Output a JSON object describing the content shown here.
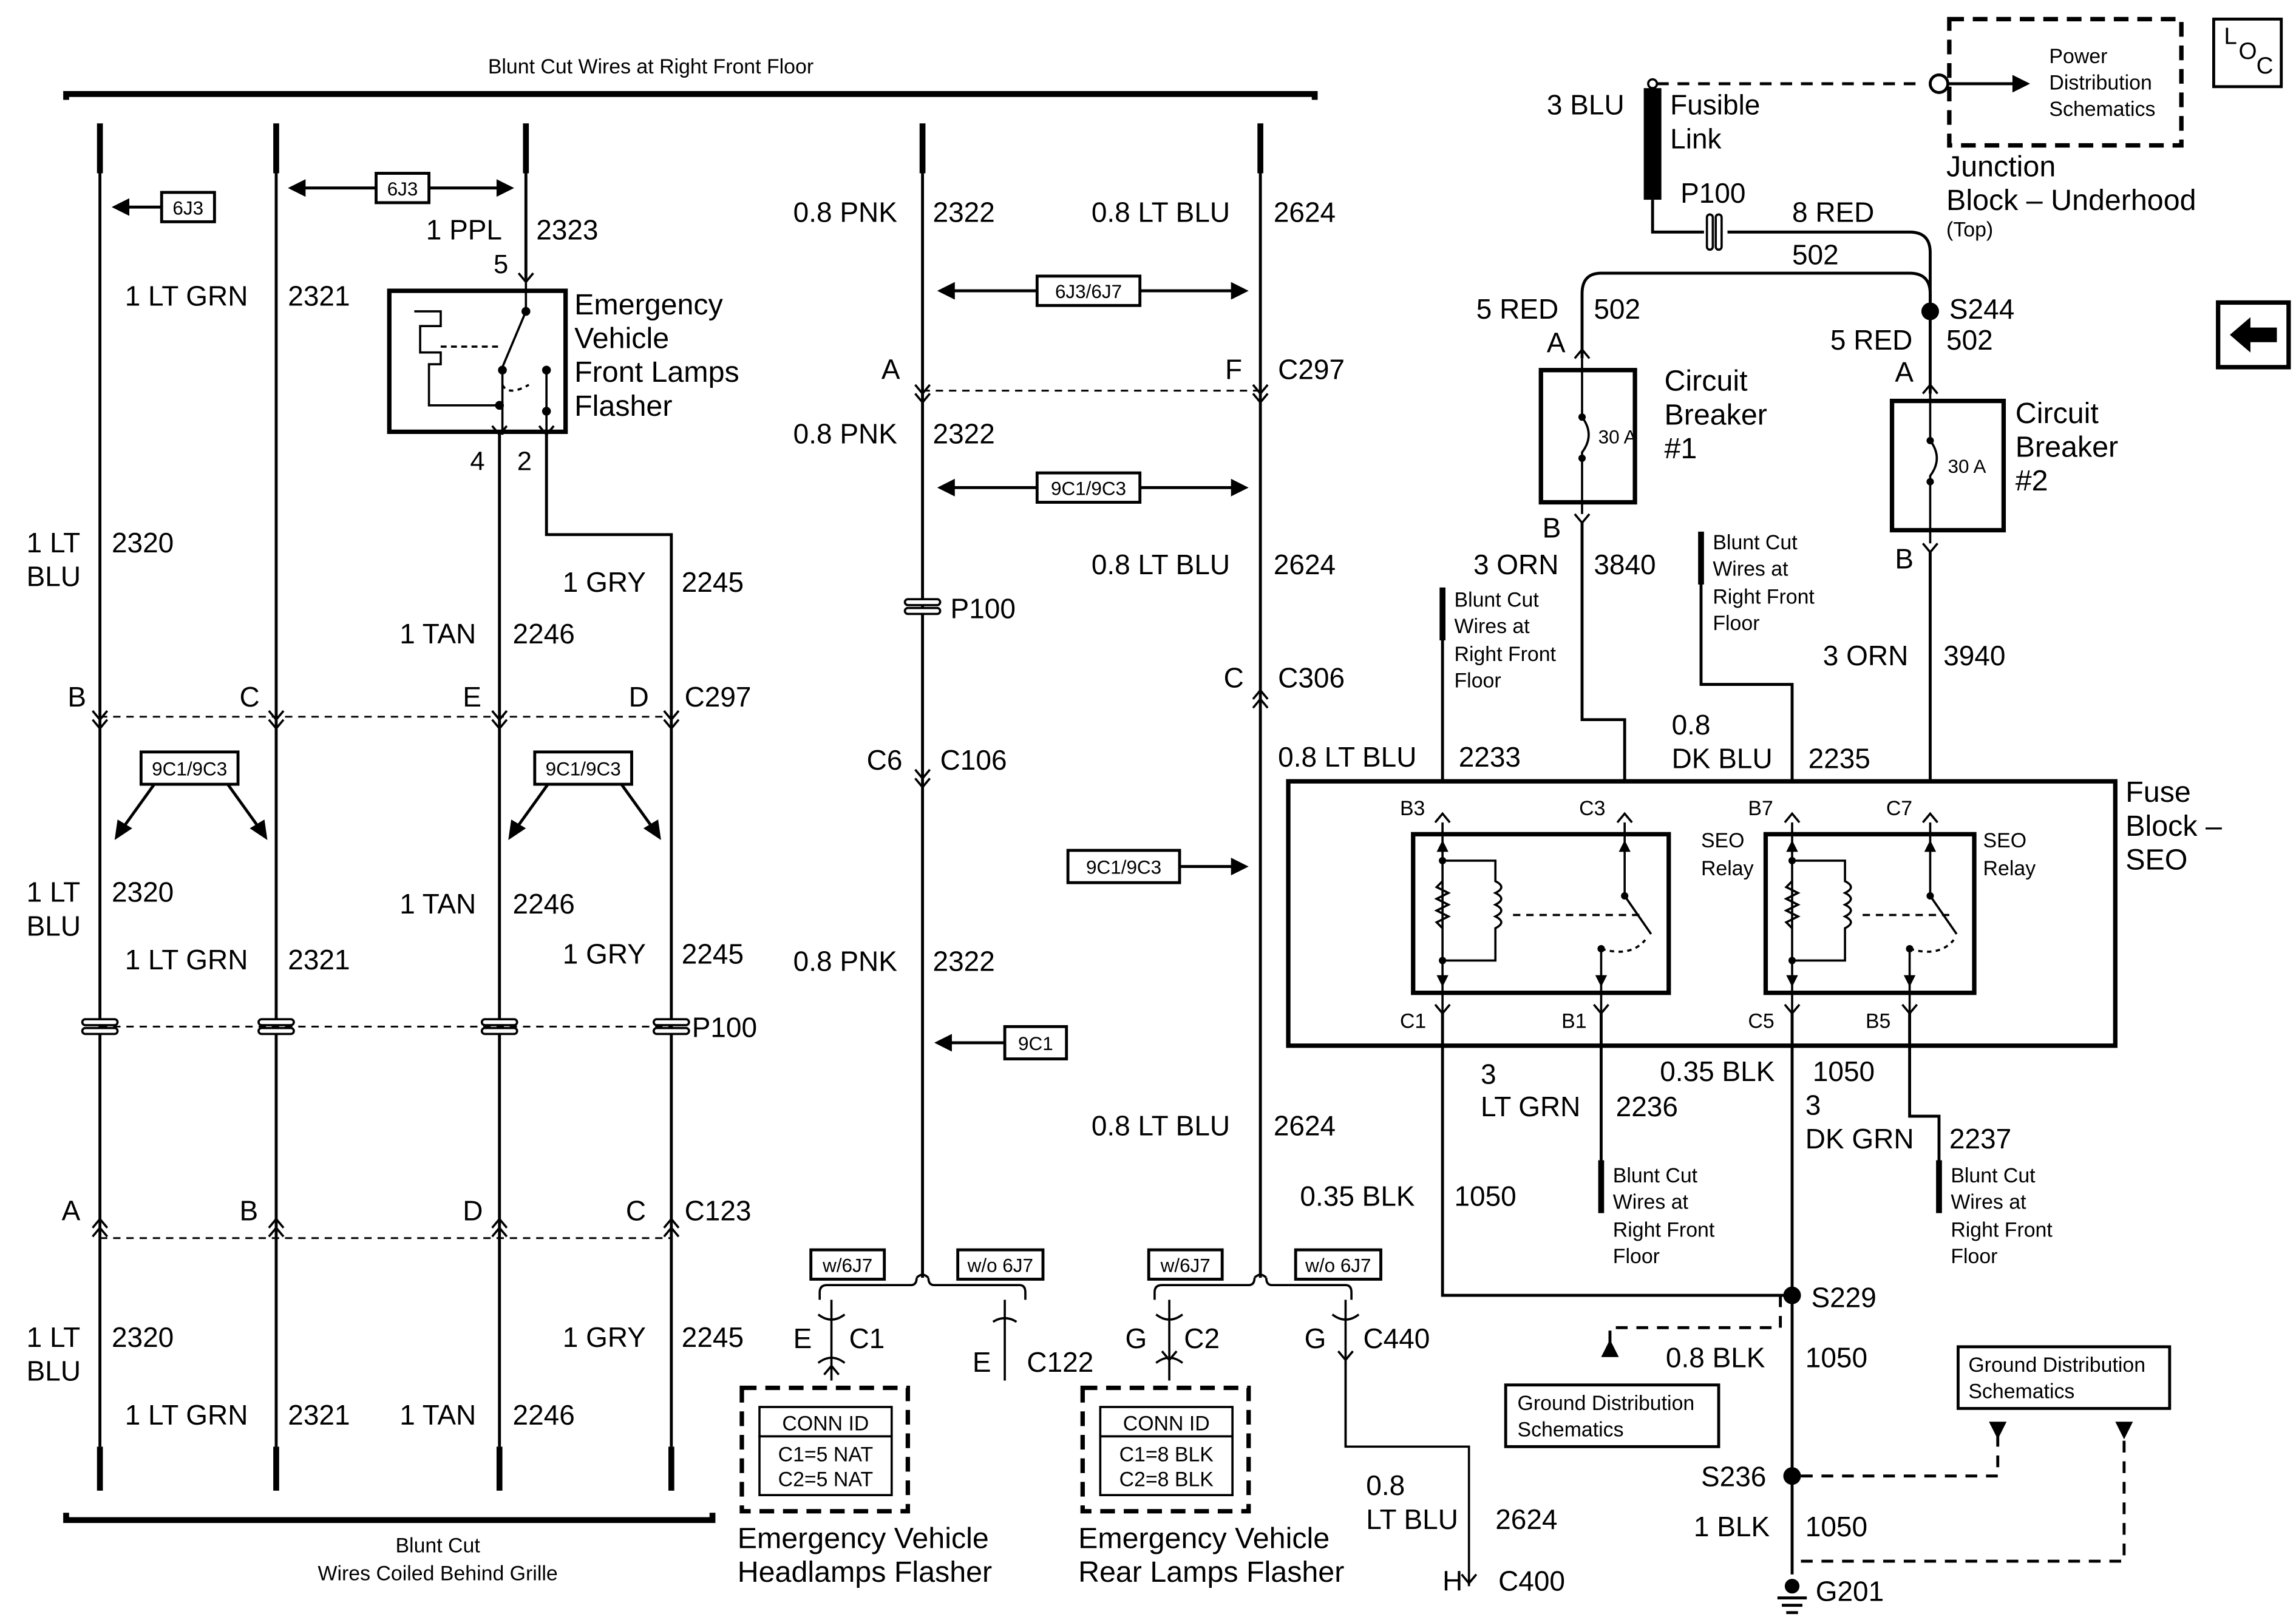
{
  "loc_icon": {
    "l": "L",
    "o": "O",
    "c": "C"
  },
  "top_bracket": "Blunt Cut Wires at Right Front Floor",
  "bottom_bracket": {
    "line1": "Blunt Cut",
    "line2": "Wires Coiled Behind Grille"
  },
  "refs": {
    "r6j3": "6J3",
    "r6j37": "6J3/6J7",
    "r9c1_9c3": "9C1/9C3",
    "r9c1": "9C1",
    "w6j7": "w/6J7",
    "wo6j7": "w/o 6J7"
  },
  "flasher_front": {
    "l1": "Emergency",
    "l2": "Vehicle",
    "l3": "Front Lamps",
    "l4": "Flasher",
    "pin5": "5",
    "pin4": "4",
    "pin2": "2"
  },
  "wire_labels": {
    "ppl_size": "1 PPL",
    "ppl_num": "2323",
    "ltgrn_size": "1 LT GRN",
    "ltgrn_num": "2321",
    "ltblu_size_a": "1 LT",
    "ltblu_size_b": "BLU",
    "ltblu_num": "2320",
    "gry_size": "1 GRY",
    "gry_num": "2245",
    "tan_size": "1 TAN",
    "tan_num": "2246",
    "pnk_size": "0.8 PNK",
    "pnk_num": "2322",
    "ltblu08_size": "0.8 LT BLU",
    "ltblu08_num": "2624",
    "ltblu08_a": "0.8",
    "ltblu08_b": "LT BLU",
    "orn_size": "3 ORN",
    "orn1_num": "3840",
    "orn2_num": "3940",
    "red5_size": "5 RED",
    "red5_num": "502",
    "red8_size": "8 RED",
    "red8_num": "502",
    "blu3_size": "3 BLU",
    "ltblu_2233": "2233",
    "dkblu_a": "0.8",
    "dkblu_b": "DK BLU",
    "dkblu_num": "2235",
    "ltgrn3_a": "3",
    "ltgrn3_b": "LT GRN",
    "ltgrn3_num": "2236",
    "blk035": "0.35 BLK",
    "blk_num": "1050",
    "dkgrn3_a": "3",
    "dkgrn3_b": "DK GRN",
    "dkgrn3_num": "2237",
    "blk08": "0.8 BLK",
    "blk1": "1 BLK"
  },
  "connectors": {
    "c297": "C297",
    "c123": "C123",
    "p100": "P100",
    "c106": "C106",
    "c6": "C6",
    "c306": "C306",
    "c122": "C122",
    "c1": "C1",
    "c2": "C2",
    "c440": "C440",
    "c400": "C400",
    "a": "A",
    "b": "B",
    "c": "C",
    "d": "D",
    "e": "E",
    "f": "F",
    "g": "G",
    "h": "H"
  },
  "conn_id_front": {
    "title": "CONN ID",
    "l1": "C1=5 NAT",
    "l2": "C2=5 NAT"
  },
  "conn_id_rear": {
    "title": "CONN ID",
    "l1": "C1=8 BLK",
    "l2": "C2=8 BLK"
  },
  "flasher_headlamps": {
    "l1": "Emergency Vehicle",
    "l2": "Headlamps Flasher"
  },
  "flasher_rear": {
    "l1": "Emergency Vehicle",
    "l2": "Rear Lamps Flasher"
  },
  "fusible_link": {
    "l1": "Fusible",
    "l2": "Link"
  },
  "power_dist": {
    "l1": "Power",
    "l2": "Distribution",
    "l3": "Schematics"
  },
  "junction": {
    "l1": "Junction",
    "l2": "Block – Underhood",
    "l3": "(Top)"
  },
  "splices": {
    "s244": "S244",
    "s229": "S229",
    "s236": "S236",
    "g201": "G201"
  },
  "breaker1": {
    "l1": "Circuit",
    "l2": "Breaker",
    "l3": "#1",
    "rating": "30 A"
  },
  "breaker2": {
    "l1": "Circuit",
    "l2": "Breaker",
    "l3": "#2",
    "rating": "30 A"
  },
  "blunt_small": {
    "l1": "Blunt Cut",
    "l2": "Wires at",
    "l3": "Right Front",
    "l4": "Floor"
  },
  "fuse_block": {
    "l1": "Fuse",
    "l2": "Block –",
    "l3": "SEO"
  },
  "relay": {
    "l1": "SEO",
    "l2": "Relay"
  },
  "pins": {
    "b3": "B3",
    "c3": "C3",
    "b7": "B7",
    "c7": "C7",
    "c1": "C1",
    "b1": "B1",
    "c5": "C5",
    "b5": "B5"
  },
  "ground_dist": {
    "l1": "Ground Distribution",
    "l2": "Schematics"
  }
}
